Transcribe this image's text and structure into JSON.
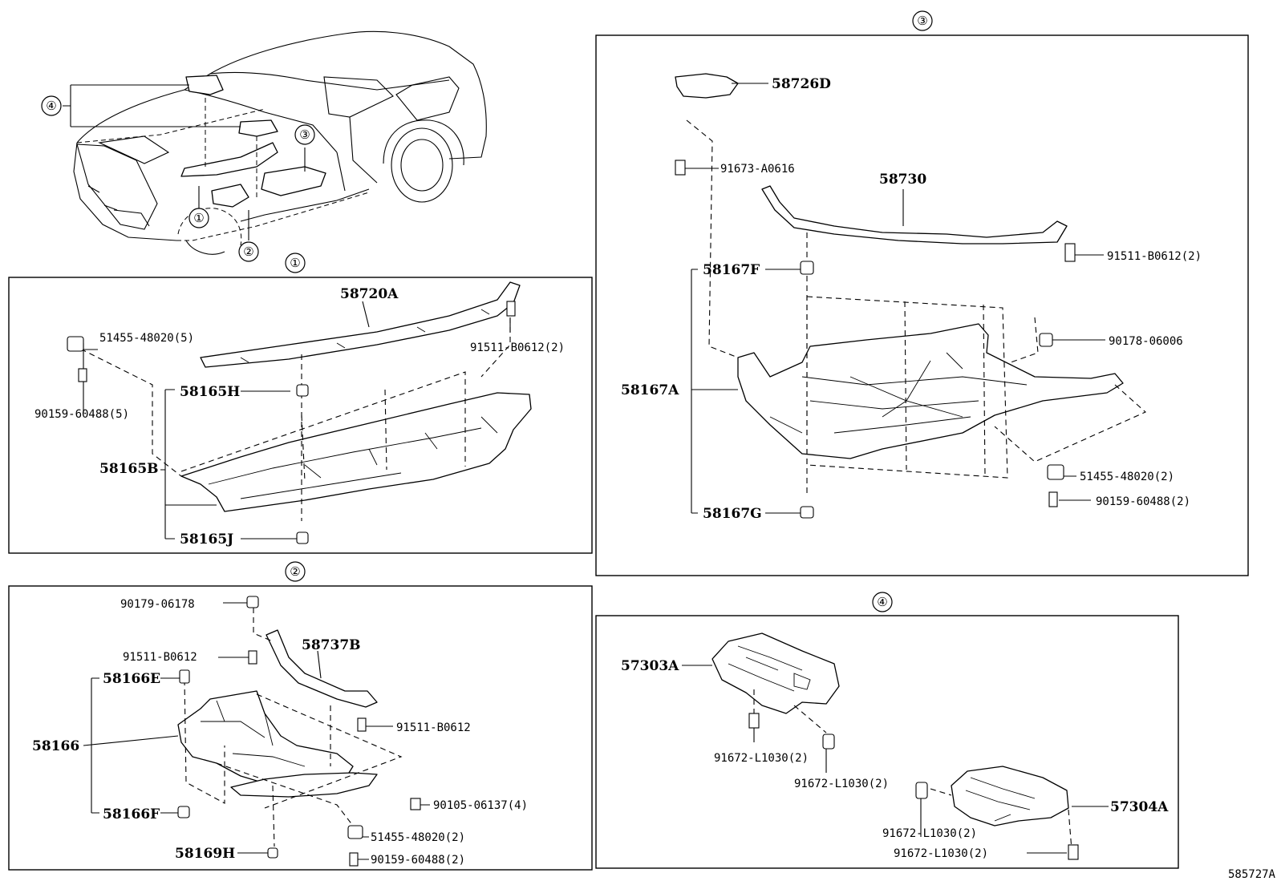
{
  "figure_code": "585727A",
  "overview": {
    "callouts": [
      "④",
      "③",
      "①",
      "②"
    ]
  },
  "section1": {
    "marker": "①",
    "labels": {
      "p58720A": "58720A",
      "p91511": "91511-B0612(2)",
      "p51455": "51455-48020(5)",
      "p90159": "90159-60488(5)",
      "p58165H": "58165H",
      "p58165B": "58165B",
      "p58165J": "58165J"
    }
  },
  "section2": {
    "marker": "②",
    "labels": {
      "p90179": "90179-06178",
      "p91511a": "91511-B0612",
      "p58737B": "58737B",
      "p58166E": "58166E",
      "p91511b": "91511-B0612",
      "p58166": "58166",
      "p90105": "90105-06137(4)",
      "p58166F": "58166F",
      "p51455": "51455-48020(2)",
      "p58169H": "58169H",
      "p90159": "90159-60488(2)"
    }
  },
  "section3": {
    "marker": "③",
    "labels": {
      "p58726D": "58726D",
      "p91673": "91673-A0616",
      "p58730": "58730",
      "p91511": "91511-B0612(2)",
      "p58167F": "58167F",
      "p90178": "90178-06006",
      "p58167A": "58167A",
      "p51455": "51455-48020(2)",
      "p90159": "90159-60488(2)",
      "p58167G": "58167G"
    }
  },
  "section4": {
    "marker": "④",
    "labels": {
      "p57303A": "57303A",
      "p91672a": "91672-L1030(2)",
      "p91672b": "91672-L1030(2)",
      "p91672c": "91672-L1030(2)",
      "p57304A": "57304A",
      "p91672d": "91672-L1030(2)"
    }
  }
}
